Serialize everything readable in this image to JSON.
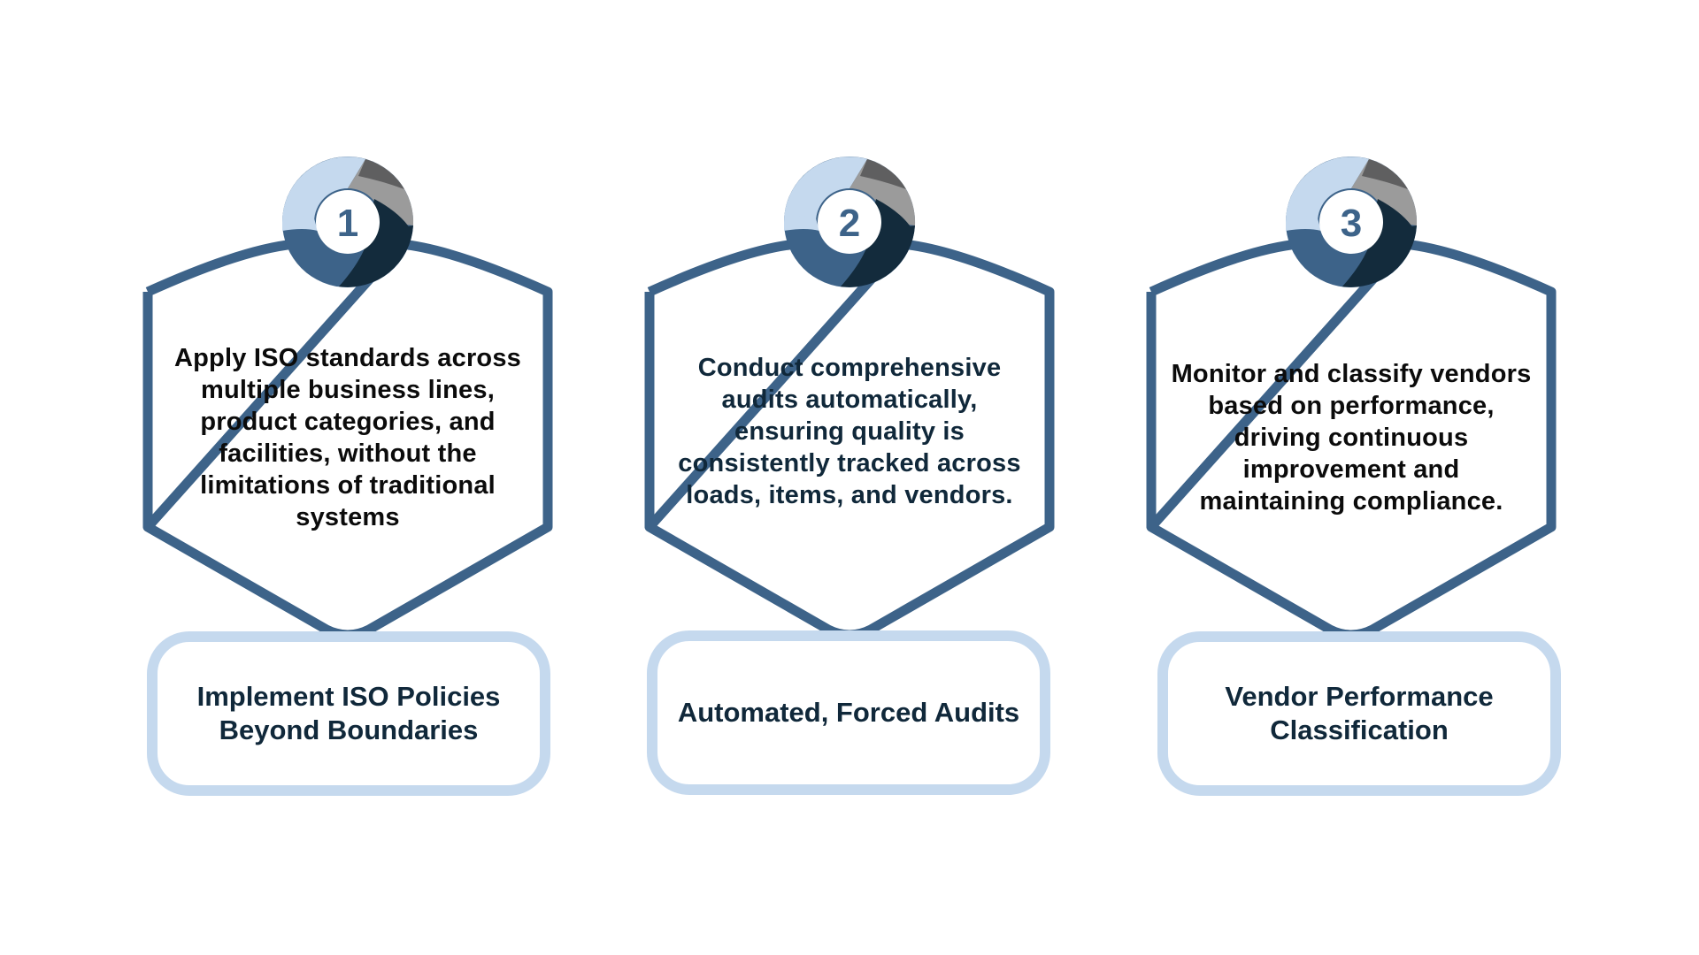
{
  "colors": {
    "hex_stroke": "#3d6389",
    "label_border": "#c5d9ee",
    "circle_light_blue": "#c5d9ee",
    "circle_grey": "#9b9b9b",
    "circle_dark_grey": "#5f5f60",
    "circle_navy": "#132b3c",
    "circle_mid_blue": "#3d6389",
    "heading_text": "#10283a",
    "body_text": "#0b0b0b"
  },
  "steps": [
    {
      "number": "1",
      "description": "Apply ISO standards across multiple business lines, product categories, and facilities, without the limitations of traditional systems",
      "label": "Implement ISO Policies Beyond Boundaries"
    },
    {
      "number": "2",
      "description": "Conduct comprehensive audits automatically, ensuring quality is consistently tracked across loads, items, and vendors.",
      "label": "Automated, Forced Audits"
    },
    {
      "number": "3",
      "description": "Monitor and classify vendors based on performance, driving continuous improvement and maintaining compliance.",
      "label": "Vendor Performance Classification"
    }
  ]
}
